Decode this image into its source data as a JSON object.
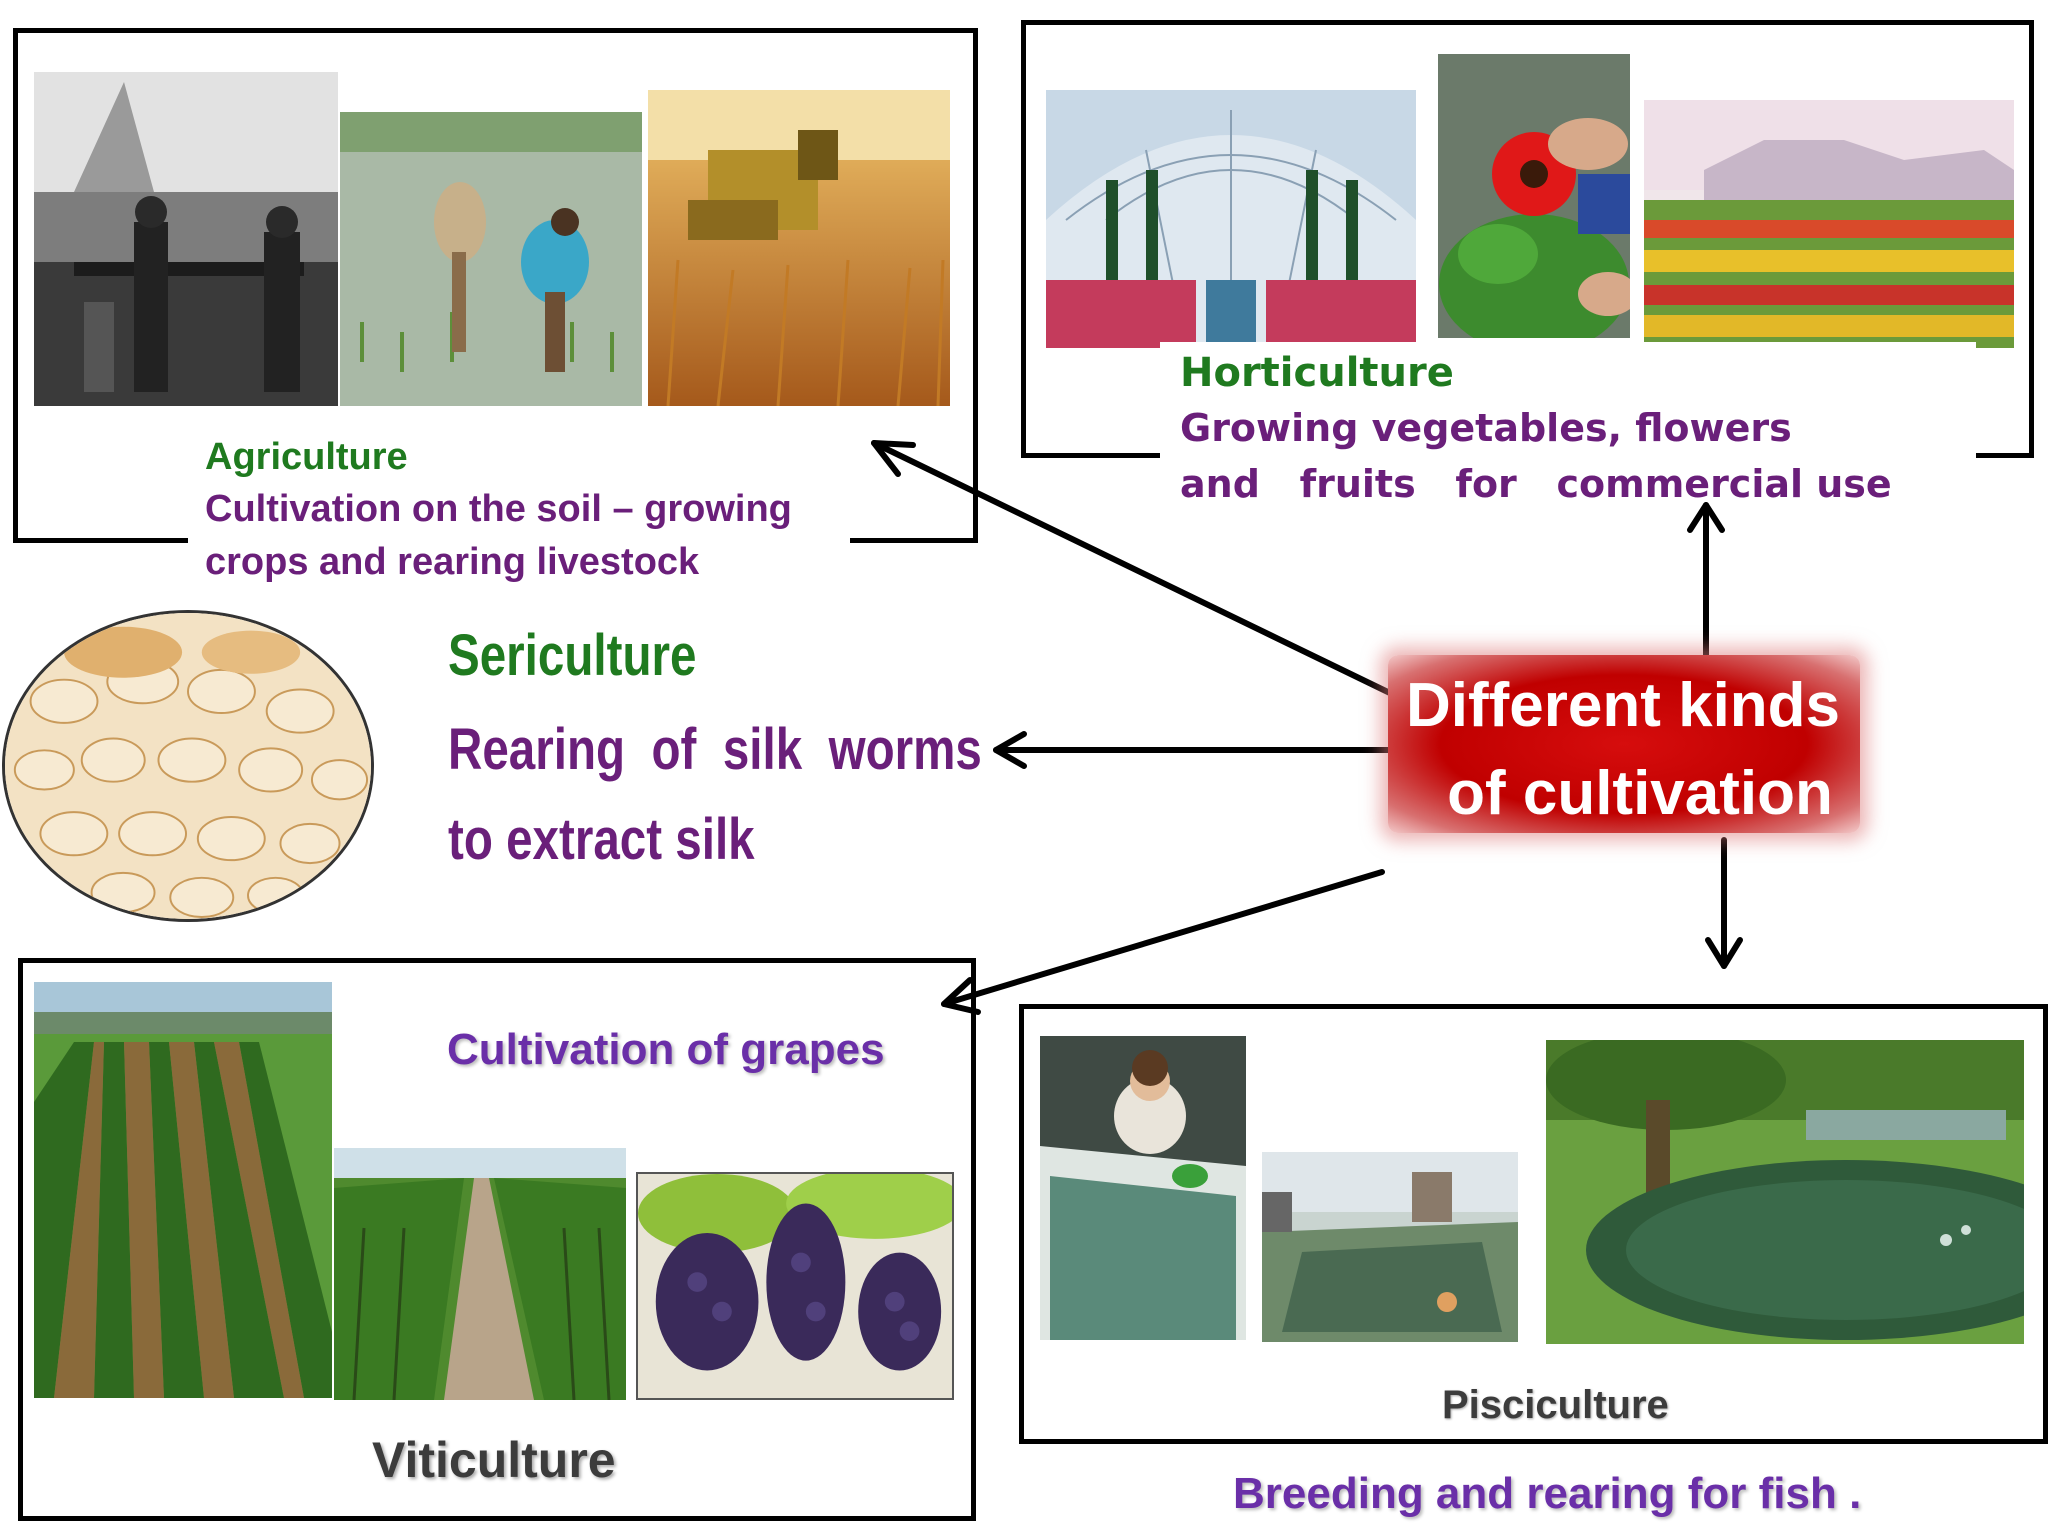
{
  "center": {
    "line1": "Different kinds",
    "line2": "of cultivation"
  },
  "agriculture": {
    "title": "Agriculture",
    "line1": "Cultivation on the soil – growing",
    "line2": "crops and rearing livestock"
  },
  "horticulture": {
    "title": "Horticulture",
    "line1": "Growing vegetables, flowers",
    "line2": "and   fruits   for   commercial use"
  },
  "sericulture": {
    "title": "Sericulture",
    "line1": "Rearing  of  silk  worms",
    "line2": "to extract silk"
  },
  "viticulture": {
    "caption": "Cultivation of grapes",
    "title": "Viticulture"
  },
  "pisciculture": {
    "title": "Pisciculture",
    "caption": "Breeding and rearing for fish ."
  },
  "colors": {
    "arrow": "#000000",
    "green": "#1f7a1f",
    "purple": "#6a1f7a",
    "violet": "#6a2fa8",
    "red": "#c00000"
  }
}
